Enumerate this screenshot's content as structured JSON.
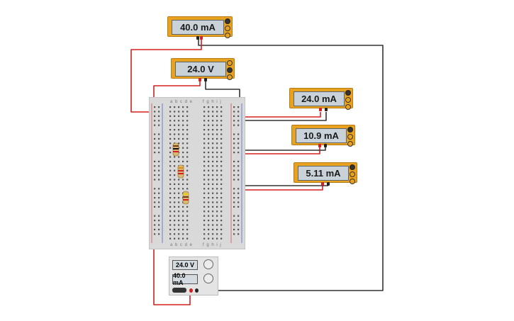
{
  "meters": {
    "total_current": "40.0 mA",
    "supply_voltage": "24.0 V",
    "branch_current_1": "24.0 mA",
    "branch_current_2": "10.9 mA",
    "branch_current_3": "5.11 mA"
  },
  "power_supply": {
    "voltage": "24.0 V",
    "current": "40.0 mA"
  },
  "breadboard": {
    "column_letters_left": "a b c d e",
    "column_letters_right": "f g h i j"
  },
  "colors": {
    "meter_body": "#e9a21f",
    "wire_red": "#d32020",
    "wire_black": "#222222"
  }
}
